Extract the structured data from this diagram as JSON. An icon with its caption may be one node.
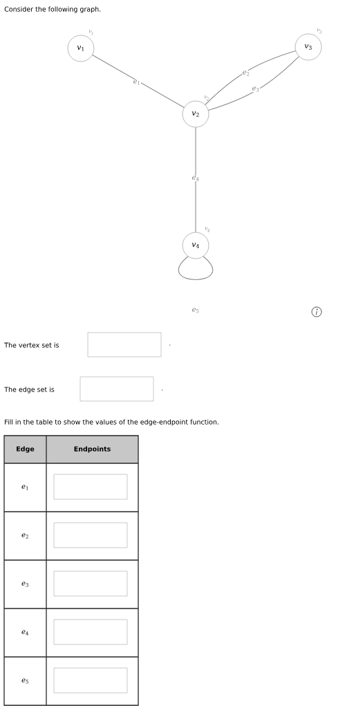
{
  "diagram": {
    "title": "Consider the following graph.",
    "nodes": [
      {
        "text": [
          "*v*$_{1}$"
        ],
        "beside": [
          "*v*$_{1}$"
        ]
      },
      {
        "text": [
          "*v*$_{2}$"
        ],
        "beside": [
          "*v*$_{2}$"
        ]
      },
      {
        "text": [
          "*v*$_{3}$"
        ],
        "beside": [
          "*v*$_{3}$"
        ]
      },
      {
        "text": [
          "*v*$_{4}$"
        ],
        "beside": [
          "*v*$_{4}$"
        ]
      }
    ],
    "edges": [
      {
        "from": 0,
        "to": 1,
        "arrow": "none",
        "label": "*e*$_{1}$"
      },
      {
        "from": 1,
        "to": 2,
        "arrow": "none",
        "label": "*e*$_{2}$"
      },
      {
        "from": 1,
        "to": 2,
        "arrow": "none",
        "label": "*e*$_{3}$"
      },
      {
        "from": 1,
        "to": 3,
        "arrow": "none",
        "label": "*e*$_{4}$"
      },
      {
        "from": 3,
        "to": 3,
        "arrow": "none",
        "label": "*e*$_{5}$"
      }
    ],
    "labels": [
      "The vertex set is",
      ".",
      "The edge set is",
      ".",
      "Fill in the table to show the values of the edge-endpoint function.",
      "Edge",
      "Endpoints",
      "*e*$_{1}$",
      "*e*$_{2}$",
      "*e*$_{3}$",
      "*e*$_{4}$",
      "*e*$_{5}$"
    ]
  }
}
